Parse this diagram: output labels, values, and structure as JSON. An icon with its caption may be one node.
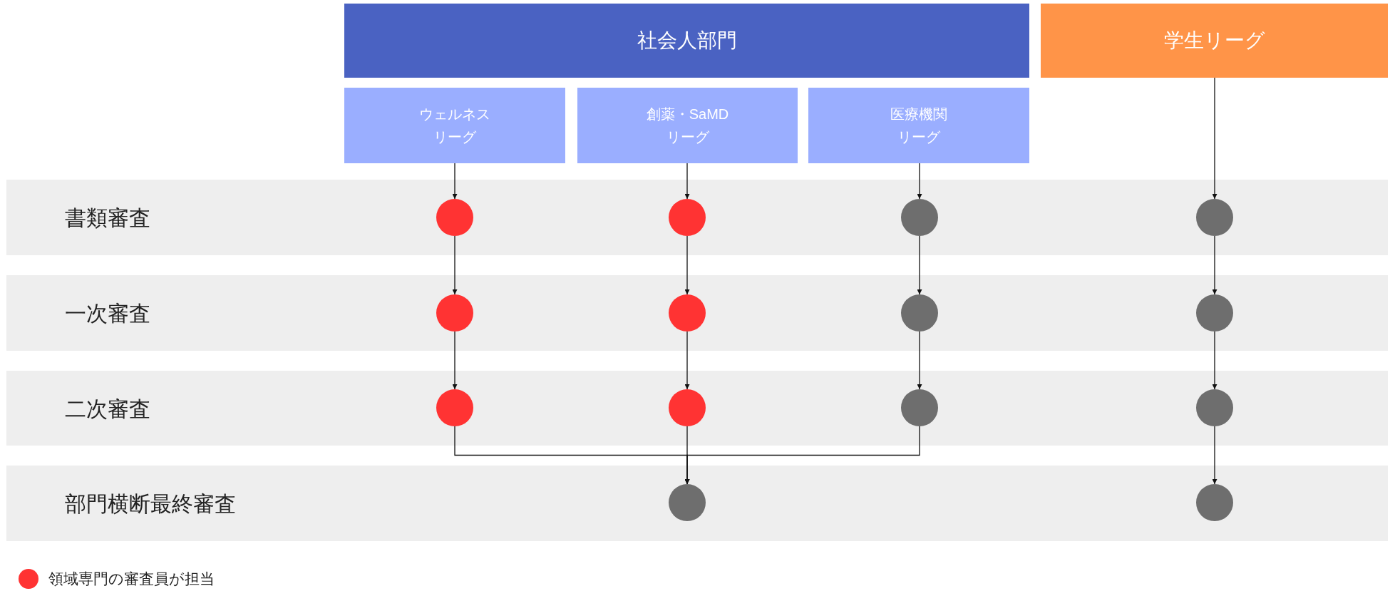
{
  "diagram": {
    "nodes": [
      {
        "text": [
          "社会人部門"
        ]
      },
      {
        "text": [
          "学生リーグ"
        ]
      },
      {
        "text": [
          "ウェルネスリーグ"
        ]
      },
      {
        "text": [
          "創薬・SaMDリーグ"
        ]
      },
      {
        "text": [
          "医療機関リーグ"
        ]
      },
      {
        "text": [
          "書類審査"
        ]
      },
      {
        "text": [],
        "shape": "circle",
        "in": 5
      },
      {
        "text": [],
        "shape": "circle",
        "in": 5
      },
      {
        "text": [],
        "shape": "circle",
        "in": 5
      },
      {
        "text": [],
        "shape": "circle",
        "in": 5
      },
      {
        "text": [
          "一次審査"
        ]
      },
      {
        "text": [],
        "shape": "circle",
        "in": 10
      },
      {
        "text": [],
        "shape": "circle",
        "in": 10
      },
      {
        "text": [],
        "shape": "circle",
        "in": 10
      },
      {
        "text": [],
        "shape": "circle",
        "in": 10
      },
      {
        "text": [
          "二次審査"
        ]
      },
      {
        "text": [],
        "shape": "circle",
        "in": 15
      },
      {
        "text": [],
        "shape": "circle",
        "in": 15
      },
      {
        "text": [],
        "shape": "circle",
        "in": 15
      },
      {
        "text": [],
        "shape": "circle",
        "in": 15
      },
      {
        "text": [
          "部門横断最終審査"
        ]
      },
      {
        "text": [],
        "shape": "circle",
        "in": 20
      },
      {
        "text": [],
        "shape": "circle",
        "in": 20
      }
    ],
    "edges": [
      {
        "from": 2,
        "to": 6,
        "arrow": "to"
      },
      {
        "from": 3,
        "to": 7,
        "arrow": "to"
      },
      {
        "from": 4,
        "to": 8,
        "arrow": "to"
      },
      {
        "from": 1,
        "to": 9,
        "arrow": "to"
      },
      {
        "from": 6,
        "to": 11,
        "arrow": "to"
      },
      {
        "from": 7,
        "to": 12,
        "arrow": "to"
      },
      {
        "from": 8,
        "to": 13,
        "arrow": "to"
      },
      {
        "from": 9,
        "to": 14,
        "arrow": "to"
      },
      {
        "from": 11,
        "to": 16,
        "arrow": "to"
      },
      {
        "from": 12,
        "to": 17,
        "arrow": "to"
      },
      {
        "from": 13,
        "to": 18,
        "arrow": "to"
      },
      {
        "from": 14,
        "to": 19,
        "arrow": "to"
      },
      {
        "from": 16,
        "to": 21,
        "arrow": "to"
      },
      {
        "from": 17,
        "to": 21,
        "arrow": "to"
      },
      {
        "from": 18,
        "to": 21,
        "arrow": "to"
      },
      {
        "from": 19,
        "to": 22,
        "arrow": "to"
      }
    ],
    "legend": [
      {
        "text": "領域専門の審査員が担当",
        "color": "#ff3333"
      }
    ]
  }
}
